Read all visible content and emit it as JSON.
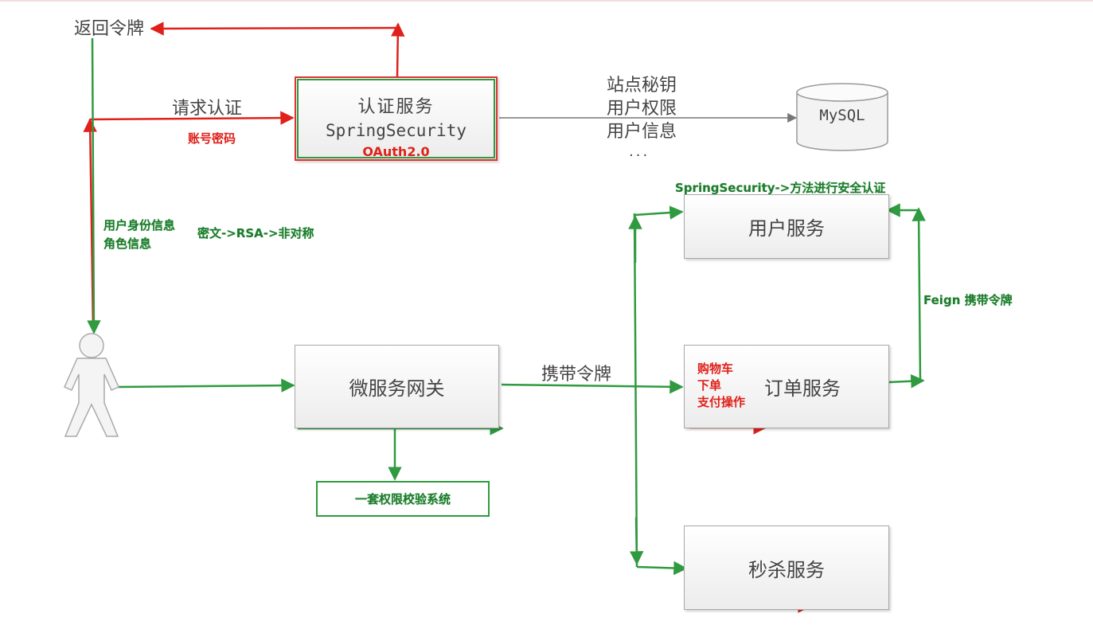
{
  "labels": {
    "return_token": "返回令牌",
    "request_auth": "请求认证",
    "account_password": "账号密码",
    "site_secret": "站点秘钥",
    "user_permission": "用户权限",
    "user_info": "用户信息",
    "ellipsis": "...",
    "mysql": "MySQL",
    "user_identity_info": "用户身份信息",
    "role_info": "角色信息",
    "cipher_rsa": "密文->RSA->非对称",
    "spring_security_method": "SpringSecurity->方法进行安全认证",
    "carry_token": "携带令牌",
    "feign_carry_token": "Feign   携带令牌",
    "permission_system": "一套权限校验系统"
  },
  "boxes": {
    "auth": {
      "line1": "认证服务",
      "line2": "SpringSecurity",
      "line3": "OAuth2.0"
    },
    "gateway": "微服务网关",
    "user_service": "用户服务",
    "order_service": "订单服务",
    "seckill_service": "秒杀服务"
  },
  "order_ops": {
    "cart": "购物车",
    "place_order": "下单",
    "pay": "支付操作"
  },
  "colors": {
    "red": "#e0201a",
    "green": "#2f9a3f",
    "gray_line": "#777777"
  }
}
